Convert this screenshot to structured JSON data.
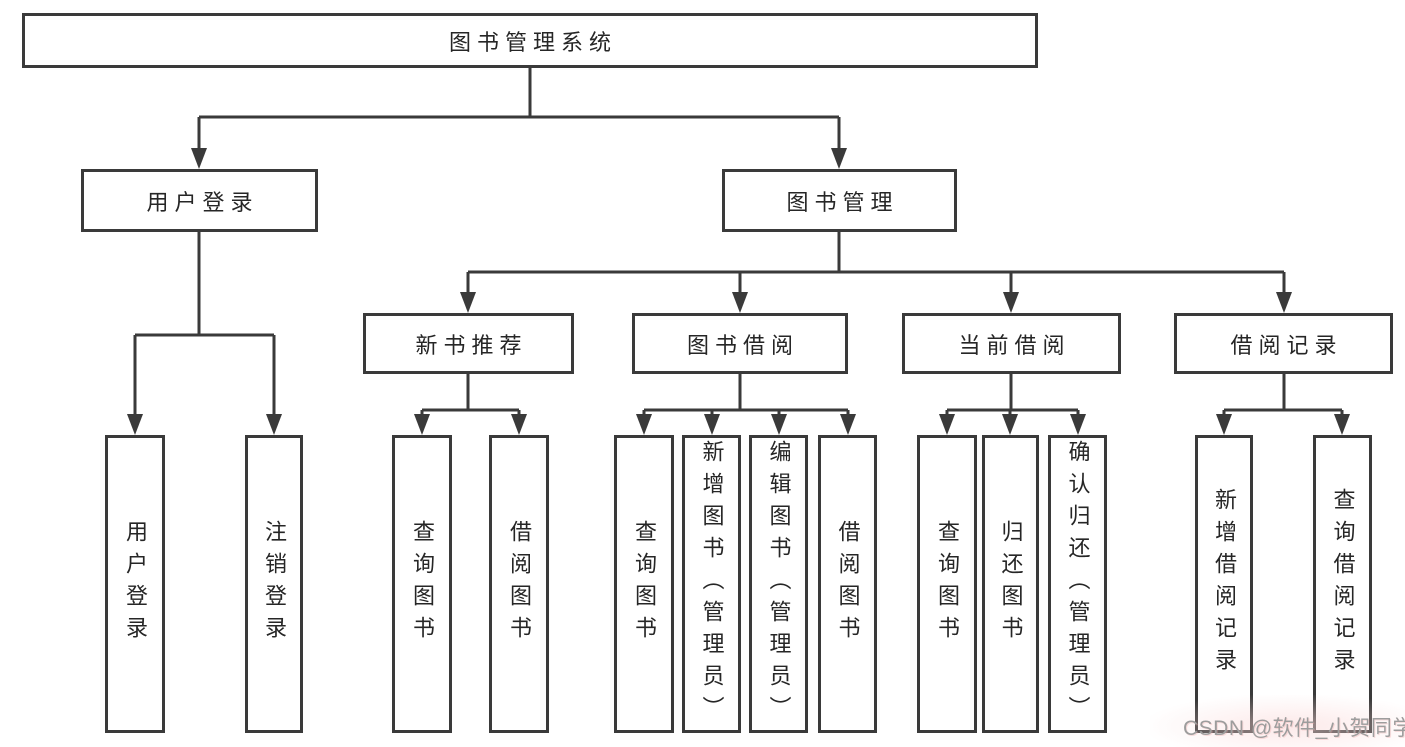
{
  "diagram": {
    "title_node": "图书管理系统",
    "nodes": {
      "root": "图书管理系统",
      "user_login": "用户登录",
      "book_mgmt": "图书管理",
      "new_books": "新书推荐",
      "book_borrow": "图书借阅",
      "current_borrow": "当前借阅",
      "borrow_records": "借阅记录"
    },
    "leaves": {
      "user_login": [
        "用户登录",
        "注销登录"
      ],
      "new_books": [
        "查询图书",
        "借阅图书"
      ],
      "book_borrow": [
        "查询图书",
        "新增图书（管理员）",
        "编辑图书（管理员）",
        "借阅图书"
      ],
      "current_borrow": [
        "查询图书",
        "归还图书",
        "确认归还（管理员）"
      ],
      "borrow_records": [
        "新增借阅记录",
        "查询借阅记录"
      ]
    }
  },
  "watermark": "CSDN @软件_小贺同学",
  "colors": {
    "line": "#3a3a3a",
    "text": "#262626",
    "watermark": "#9d9d9d",
    "background": "#ffffff"
  }
}
